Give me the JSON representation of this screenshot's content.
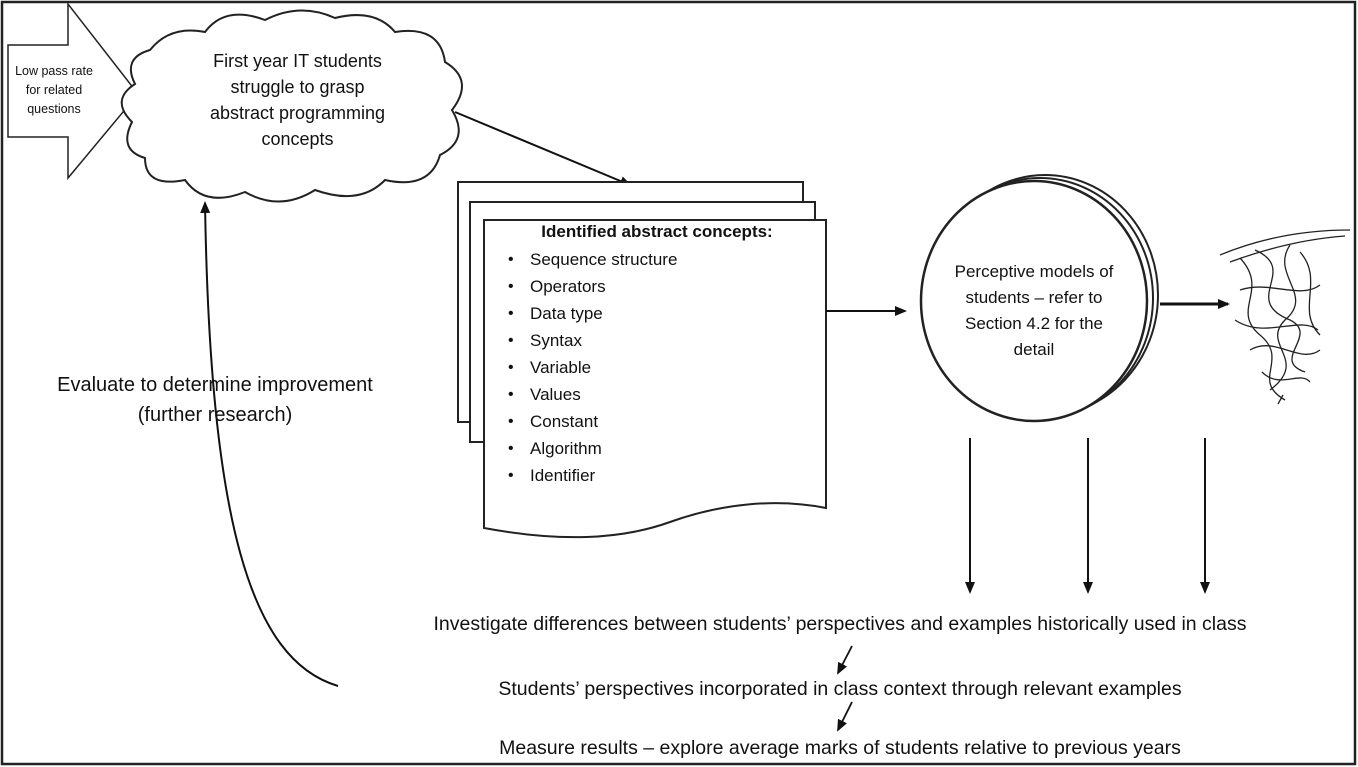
{
  "input_arrow": {
    "text": [
      "Low pass rate",
      "for related",
      "questions"
    ]
  },
  "problem_cloud": {
    "text": [
      "First year IT students",
      "struggle to grasp",
      "abstract programming",
      "concepts"
    ]
  },
  "concepts_box": {
    "title": "Identified abstract concepts:",
    "items": [
      "Sequence structure",
      "Operators",
      "Data type",
      "Syntax",
      "Variable",
      "Values",
      "Constant",
      "Algorithm",
      "Identifier"
    ]
  },
  "models_circle": {
    "text": [
      "Perceptive models of",
      "students – refer to",
      "Section 4.2 for the",
      "detail"
    ]
  },
  "evaluate": {
    "text": [
      "Evaluate to determine improvement",
      "(further research)"
    ]
  },
  "steps": [
    "Investigate differences between students’ perspectives and examples historically used in class",
    "Students’ perspectives incorporated in class context through relevant examples",
    "Measure results – explore average marks of students relative to previous years"
  ],
  "colors": {
    "ink": "#111111",
    "frame": "#222222",
    "background": "#ffffff"
  }
}
